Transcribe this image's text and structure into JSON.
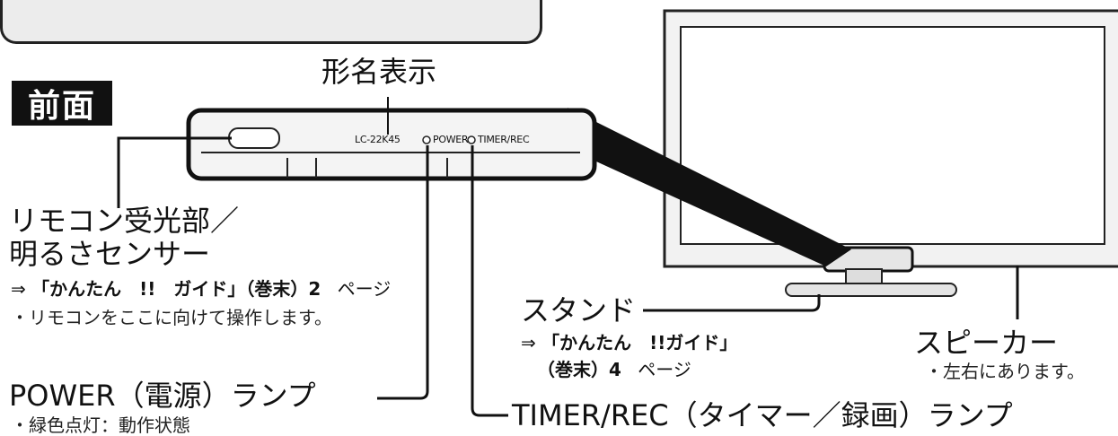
{
  "front_badge": "前面",
  "model_display": {
    "title": "形名表示",
    "model_number": "LC-22K45"
  },
  "panel_labels": {
    "power": "POWER",
    "timer_rec": "TIMER/REC"
  },
  "remote_sensor": {
    "title_line1": "リモコン受光部／",
    "title_line2": "明るさセンサー",
    "ref_arrow": "⇒",
    "ref_bold": "「かんたん　!!　ガイド」（巻末）2",
    "ref_page": "ページ",
    "note": "・リモコンをここに向けて操作します。"
  },
  "power_lamp": {
    "title": "POWER（電源）ランプ",
    "note": "・緑色点灯：動作状態"
  },
  "stand": {
    "title": "スタンド",
    "ref_arrow": "⇒",
    "ref_bold_line1": "「かんたん　!!ガイド」",
    "ref_bold_line2": "（巻末）4",
    "ref_page": "ページ"
  },
  "timer_rec_lamp": {
    "title": "TIMER/REC（タイマー／録画）ランプ"
  },
  "speaker": {
    "title": "スピーカー",
    "note": "・左右にあります。"
  }
}
